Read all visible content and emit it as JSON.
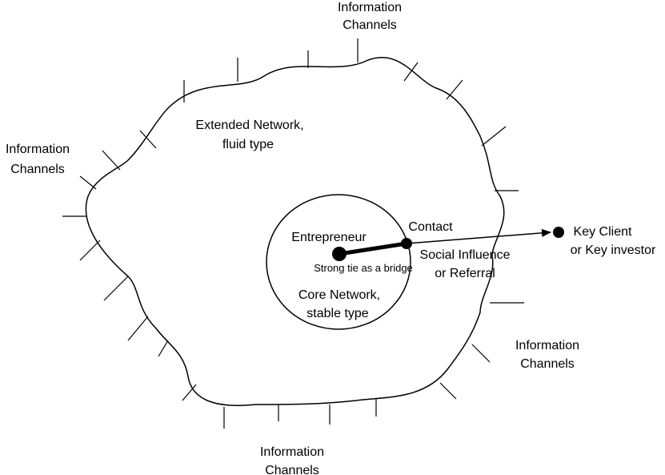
{
  "labels": {
    "info_top": [
      "Information",
      "Channels"
    ],
    "info_left": [
      "Information",
      "Channels"
    ],
    "info_right": [
      "Information",
      "Channels"
    ],
    "info_bottom": [
      "Information",
      "Channels"
    ],
    "extended_network": [
      "Extended Network,",
      "fluid type"
    ],
    "entrepreneur": "Entrepreneur",
    "contact": "Contact",
    "strong_tie": "Strong tie as a bridge",
    "core_network": [
      "Core Network,",
      "stable type"
    ],
    "social_influence": [
      "Social Influence",
      "or Referral"
    ],
    "key_client": [
      "Key Client",
      "or Key investor"
    ]
  },
  "colors": {
    "stroke": "#000000",
    "background": "#ffffff"
  }
}
